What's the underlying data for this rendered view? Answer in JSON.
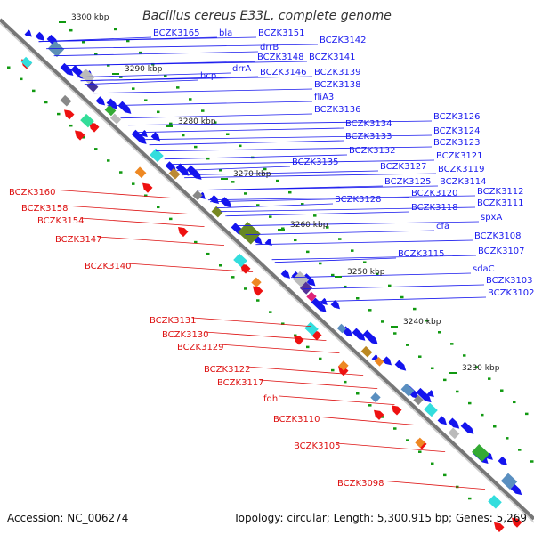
{
  "title": "Bacillus cereus E33L, complete genome",
  "footer": {
    "accession": "Accession: NC_006274",
    "summary": "Topology: circular; Length: 5,300,915 bp; Genes: 5,269"
  },
  "colors": {
    "forward_label": "#1a1aee",
    "reverse_label": "#dd1111",
    "forward_gene": "#1414ee",
    "reverse_gene": "#ee1111",
    "backbone": "#777777",
    "tick": "#119911"
  },
  "kbp_ticks": [
    "3300 kbp",
    "3290 kbp",
    "3280 kbp",
    "3270 kbp",
    "3260 kbp",
    "3250 kbp",
    "3240 kbp",
    "3230 kbp"
  ],
  "forward_labels": [
    "BCZK3165",
    "bla",
    "BCZK3151",
    "BCZK3142",
    "drrB",
    "BCZK3148",
    "BCZK3141",
    "hcp",
    "drrA",
    "BCZK3146",
    "BCZK3139",
    "BCZK3138",
    "fliA3",
    "BCZK3136",
    "BCZK3134",
    "BCZK3133",
    "BCZK3132",
    "BCZK3135",
    "BCZK3126",
    "BCZK3124",
    "BCZK3123",
    "BCZK3121",
    "BCZK3127",
    "BCZK3119",
    "BCZK3125",
    "BCZK3114",
    "BCZK3120",
    "BCZK3112",
    "BCZK3128",
    "BCZK3111",
    "BCZK3118",
    "spxA",
    "cfa",
    "BCZK3108",
    "BCZK3107",
    "BCZK3115",
    "sdaC",
    "BCZK3103",
    "BCZK3102"
  ],
  "reverse_labels": [
    "BCZK3160",
    "BCZK3158",
    "BCZK3154",
    "BCZK3147",
    "BCZK3140",
    "BCZK3131",
    "BCZK3130",
    "BCZK3129",
    "BCZK3122",
    "BCZK3117",
    "fdh",
    "BCZK3110",
    "BCZK3105",
    "BCZK3098"
  ]
}
